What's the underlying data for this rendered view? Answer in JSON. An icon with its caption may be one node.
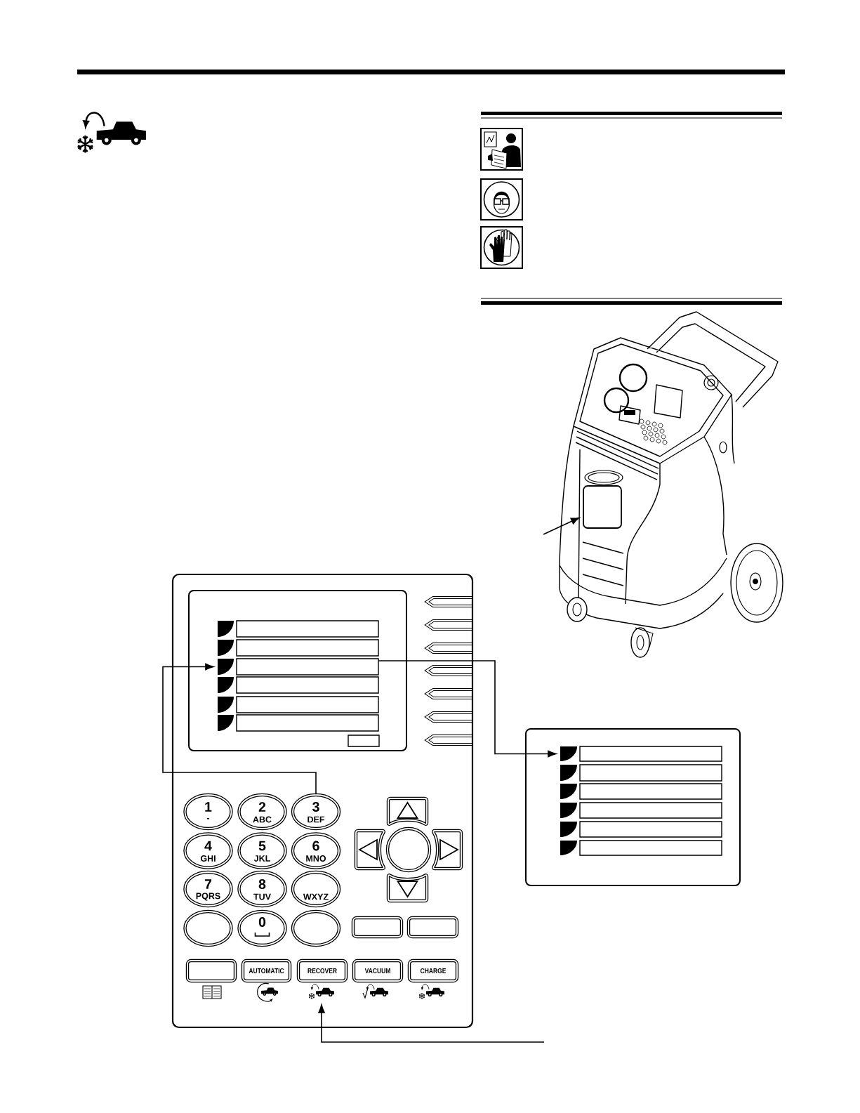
{
  "diagram": {
    "nodes": [
      {
        "text": [],
        "shape": "box"
      },
      {
        "text": [],
        "shape": "box"
      },
      {
        "text": [],
        "shape": "box",
        "in": 1
      },
      {
        "text": [],
        "shape": "box",
        "in": 2
      },
      {
        "text": [],
        "shape": "box",
        "in": 2
      },
      {
        "text": [],
        "shape": "box",
        "in": 2
      },
      {
        "text": [],
        "shape": "box",
        "in": 2
      },
      {
        "text": [],
        "shape": "box",
        "in": 2
      },
      {
        "text": [],
        "shape": "box",
        "in": 2
      },
      {
        "text": [],
        "shape": "box",
        "in": 2
      },
      {
        "text": [
          "1",
          "-"
        ],
        "in": 1
      },
      {
        "text": [
          "2",
          "ABC"
        ],
        "in": 1
      },
      {
        "text": [
          "3",
          "DEF"
        ],
        "in": 1
      },
      {
        "text": [
          "4",
          "GHI"
        ],
        "in": 1
      },
      {
        "text": [
          "5",
          "JKL"
        ],
        "in": 1
      },
      {
        "text": [
          "6",
          "MNO"
        ],
        "in": 1
      },
      {
        "text": [
          "7",
          "PQRS"
        ],
        "in": 1
      },
      {
        "text": [
          "8",
          "TUV"
        ],
        "in": 1
      },
      {
        "text": [
          "WXYZ"
        ],
        "in": 1
      },
      {
        "text": [],
        "shape": "ellipse",
        "in": 1
      },
      {
        "text": [
          "0"
        ],
        "in": 1
      },
      {
        "text": [],
        "shape": "ellipse",
        "in": 1
      },
      {
        "text": [],
        "shape": "box",
        "in": 1
      },
      {
        "text": [],
        "shape": "box",
        "in": 1
      },
      {
        "text": [],
        "shape": "circle",
        "in": 1
      },
      {
        "text": [],
        "shape": "box",
        "in": 1
      },
      {
        "text": [],
        "shape": "box",
        "in": 1
      },
      {
        "text": [],
        "shape": "box",
        "in": 1
      },
      {
        "text": [],
        "shape": "box",
        "in": 1
      },
      {
        "text": [],
        "shape": "box",
        "in": 1
      },
      {
        "text": [
          "AUTOMATIC"
        ],
        "in": 1
      },
      {
        "text": [
          "RECOVER"
        ],
        "in": 1
      },
      {
        "text": [
          "VACUUM"
        ],
        "in": 1
      },
      {
        "text": [
          "CHARGE"
        ],
        "in": 1
      },
      {
        "text": [],
        "shape": "picture",
        "in": 1
      },
      {
        "text": [],
        "shape": "box"
      },
      {
        "text": [],
        "shape": "box",
        "in": 35
      },
      {
        "text": [],
        "shape": "box",
        "in": 35
      },
      {
        "text": [],
        "shape": "box",
        "in": 35
      },
      {
        "text": [],
        "shape": "box",
        "in": 35
      },
      {
        "text": [],
        "shape": "box",
        "in": 35
      },
      {
        "text": [],
        "shape": "box",
        "in": 35
      }
    ],
    "edges": [
      {
        "from": null,
        "to": 0,
        "arrow": "to"
      },
      {
        "from": 12,
        "to": 5,
        "arrow": "to"
      },
      {
        "from": 5,
        "to": 36,
        "arrow": "to"
      },
      {
        "from": null,
        "to": 34,
        "arrow": "to"
      }
    ]
  }
}
